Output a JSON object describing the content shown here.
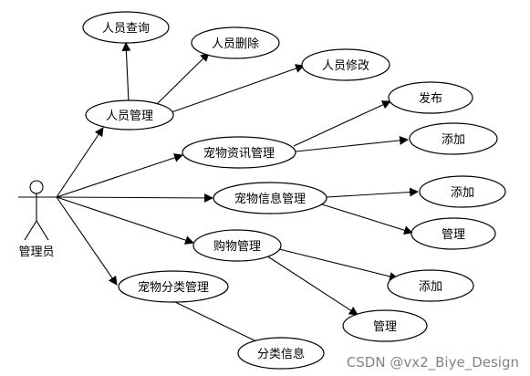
{
  "actor": {
    "label": "管理员"
  },
  "use_cases": {
    "personnel_mgmt": "人员管理",
    "personnel_query": "人员查询",
    "personnel_delete": "人员删除",
    "personnel_edit": "人员修改",
    "pet_news_mgmt": "宠物资讯管理",
    "pet_news_publish": "发布",
    "pet_news_add": "添加",
    "pet_info_mgmt": "宠物信息管理",
    "pet_info_add": "添加",
    "pet_info_manage": "管理",
    "shopping_mgmt": "购物管理",
    "shopping_add": "添加",
    "shopping_manage": "管理",
    "pet_category_mgmt": "宠物分类管理",
    "category_info": "分类信息"
  },
  "watermark": "CSDN @vx2_Biye_Design"
}
